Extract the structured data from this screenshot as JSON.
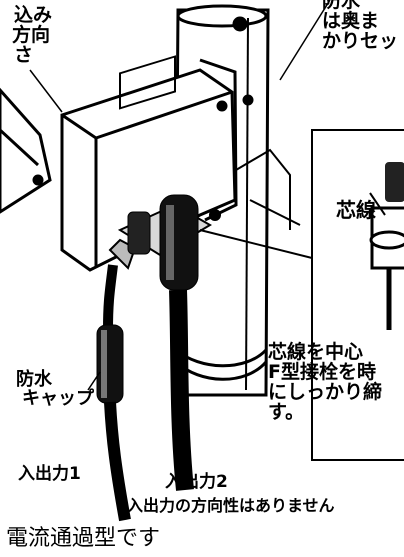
{
  "illustration": {
    "top_left_text": [
      "込み",
      "方向",
      "さ"
    ],
    "top_right_text": [
      "防水",
      "は奥ま",
      "かりセッ"
    ],
    "inset": {
      "core_label": "芯線",
      "instruction_lines": [
        "芯線を中心",
        "F型接栓を時",
        "にしっかり締",
        "す。"
      ]
    },
    "waterproof_cap_label": [
      "防水",
      "キャップ"
    ],
    "port1_label": "入出力1",
    "port2_label": "入出力2",
    "direction_note": "入出力の方向性はありません"
  },
  "caption": "電流通過型です"
}
